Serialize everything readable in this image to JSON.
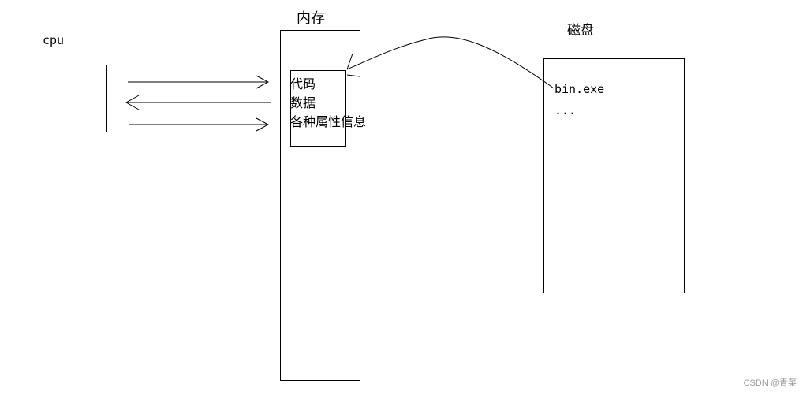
{
  "cpu": {
    "label": "cpu"
  },
  "memory": {
    "label": "内存",
    "items": [
      "代码",
      "数据",
      "各种属性信息"
    ]
  },
  "disk": {
    "label": "磁盘",
    "items": [
      "bin.exe",
      "..."
    ]
  },
  "watermark": "CSDN @青菜"
}
